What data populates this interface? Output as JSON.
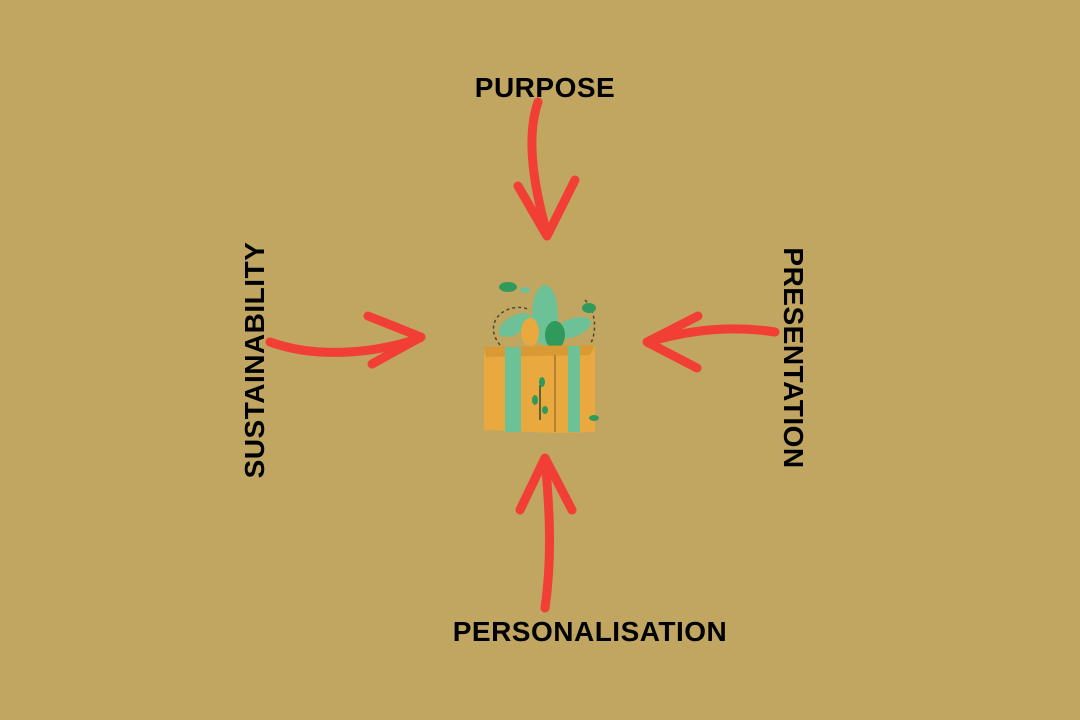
{
  "labels": {
    "top": "PURPOSE",
    "left": "SUSTAINABILITY",
    "right": "PRESENTATION",
    "bottom": "PERSONALISATION"
  },
  "center": {
    "icon": "gift-box-with-leaves-icon"
  },
  "colors": {
    "background": "#c0a660",
    "arrow": "#f23f36",
    "box": "#eaa93f",
    "ribbon": "#6cc196",
    "leaf": "#2f9a5c"
  }
}
